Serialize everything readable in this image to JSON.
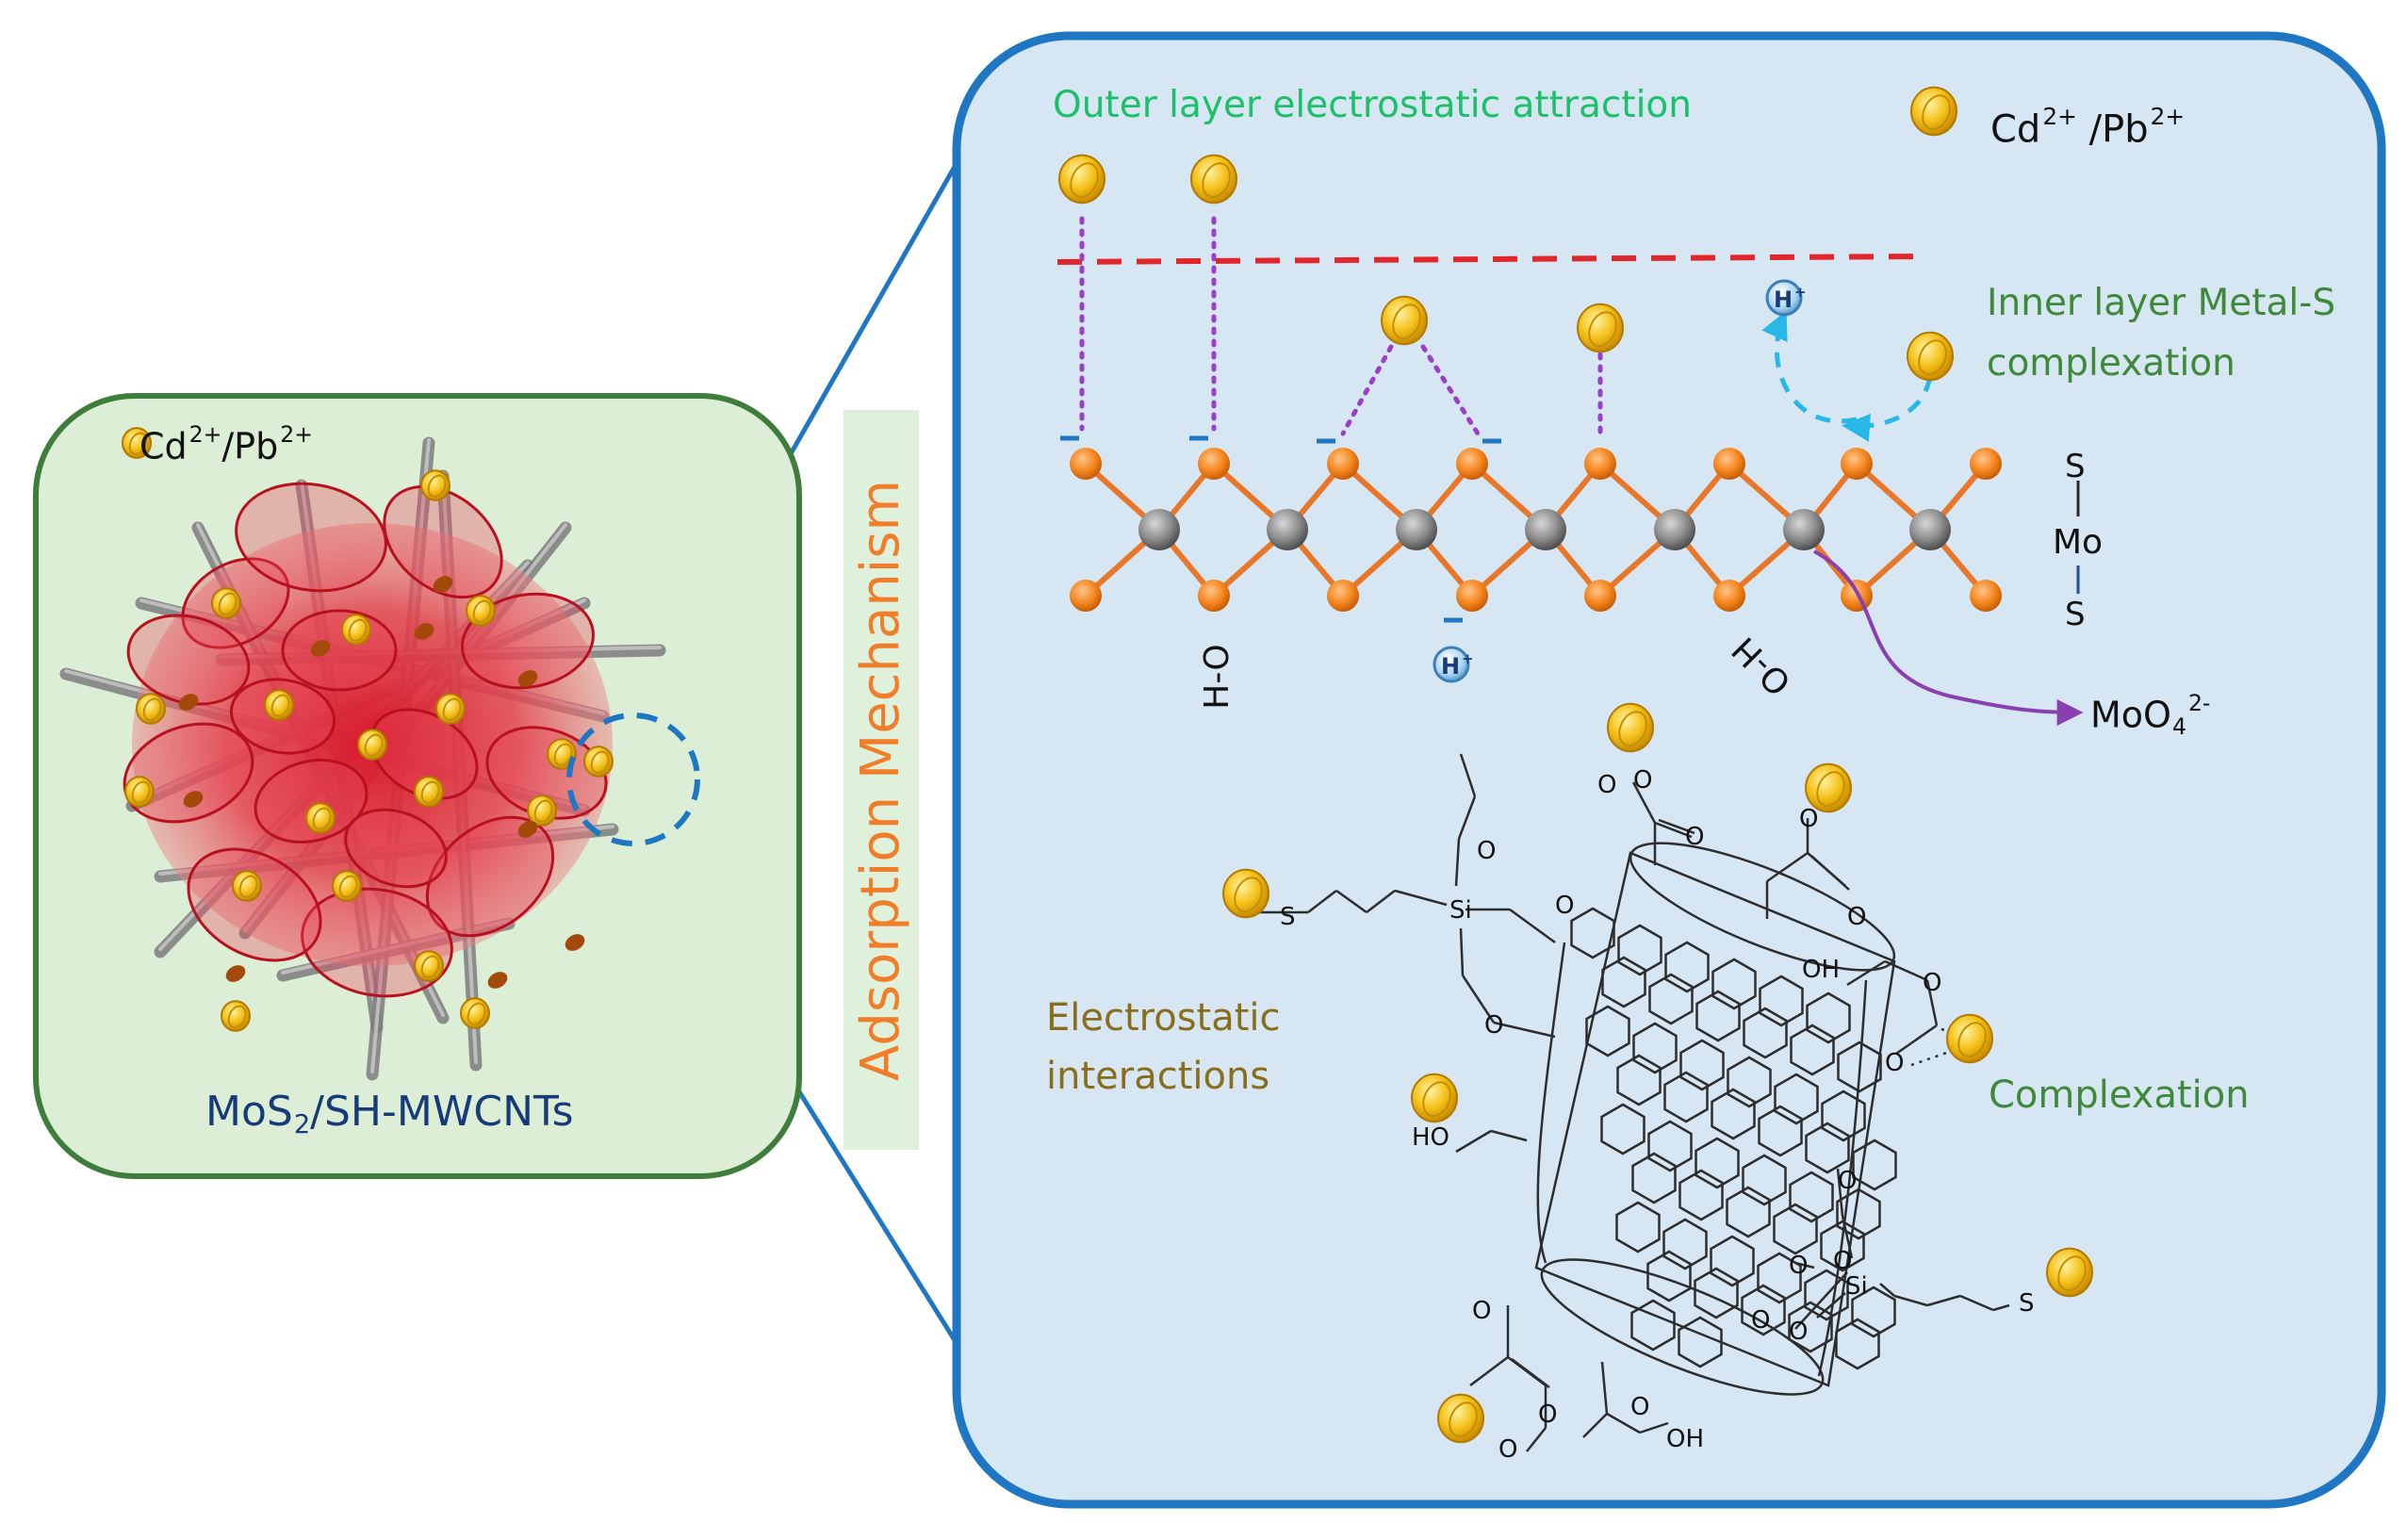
{
  "colors": {
    "left_panel_fill": "#dcefd6",
    "left_panel_border": "#3e7d3b",
    "right_panel_fill": "#d6e6f3",
    "right_panel_border": "#1f77c4",
    "ion": "#f5b400",
    "ion_edge": "#b37a00",
    "sulfur": "#f5861f",
    "molybdenum": "#888888",
    "mechanism_text": "#f07d2a",
    "outer_layer_text": "#1cc06a",
    "green_text": "#3e8a3a",
    "olive_text": "#8a6d1a",
    "dashed_line": "#e0282c",
    "dotted_link": "#9b3fc8",
    "cyan_arrow": "#28b8e8",
    "purple_arrow": "#8a3fb0"
  },
  "left_panel": {
    "legend": {
      "icon": "ion-icon",
      "text": "Cd",
      "sup1": "2+",
      "text2": "/Pb",
      "sup2": "2+"
    },
    "caption": {
      "a": "MoS",
      "sub": "2",
      "b": "/SH-MWCNTs"
    }
  },
  "vertical_title": "Adsorption Mechanism",
  "right_panel": {
    "outer_layer_label": "Outer layer electrostatic attraction",
    "legend": {
      "icon": "ion-icon",
      "text": "Cd",
      "sup1": "2+",
      "text2": " /Pb",
      "sup2": "2+"
    },
    "inner_layer_label_line1": "Inner layer Metal-S",
    "inner_layer_label_line2": "complexation",
    "h_plus": "H",
    "h_plus_sup": "+",
    "hydroxyl_left": "H-O",
    "hydroxyl_right": "O-H",
    "legend_s_top": "S",
    "legend_mo": "Mo",
    "legend_s_bottom": "S",
    "molybdate": {
      "a": "MoO",
      "sub": "4",
      "sup": "2-"
    },
    "electrostatic_line1": "Electrostatic",
    "electrostatic_line2": "interactions",
    "complexation_label": "Complexation",
    "atom_s": "S",
    "atom_si": "Si",
    "atom_o": "O",
    "atom_oh": "OH",
    "atom_ho": "HO"
  }
}
